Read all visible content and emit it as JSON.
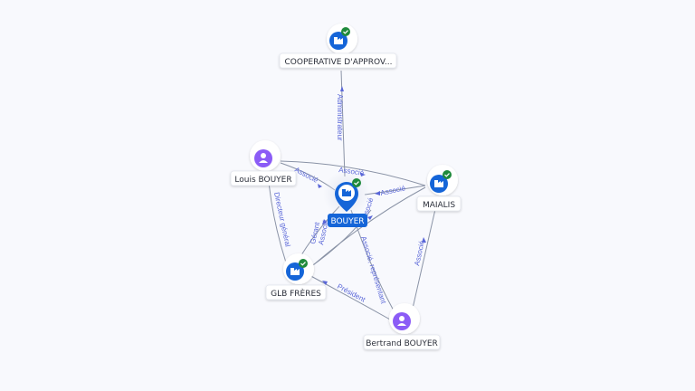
{
  "nodes": {
    "center": {
      "label": "BOUYER",
      "type": "company",
      "verified": true
    },
    "cooperative": {
      "label": "COOPERATIVE D'APPROV...",
      "type": "company",
      "verified": true
    },
    "louis": {
      "label": "Louis BOUYER",
      "type": "person"
    },
    "maialis": {
      "label": "MAIALIS",
      "type": "company",
      "verified": true
    },
    "glb": {
      "label": "GLB FRÈRES",
      "type": "company",
      "verified": true
    },
    "bertrand": {
      "label": "Bertrand BOUYER",
      "type": "person"
    }
  },
  "edges": {
    "coop_admin": "Administrateur",
    "louis_associe": "Associé",
    "louis_dg": "Directeur général",
    "maialis_associe": "Associé",
    "maialis_louis_associe": "Associé",
    "glb_gerant": "Gérant",
    "glb_associe": "Associé",
    "glb_rep": "Associé",
    "bertrand_associe_rep": "Associé, représentant",
    "bertrand_president": "Président",
    "bertrand_maialis": "Associé"
  },
  "colors": {
    "company": "#1565d8",
    "person": "#8b5cf6",
    "verified": "#1f8a3b",
    "edge": "#8a93a6",
    "edge_label": "#5a67d8"
  }
}
